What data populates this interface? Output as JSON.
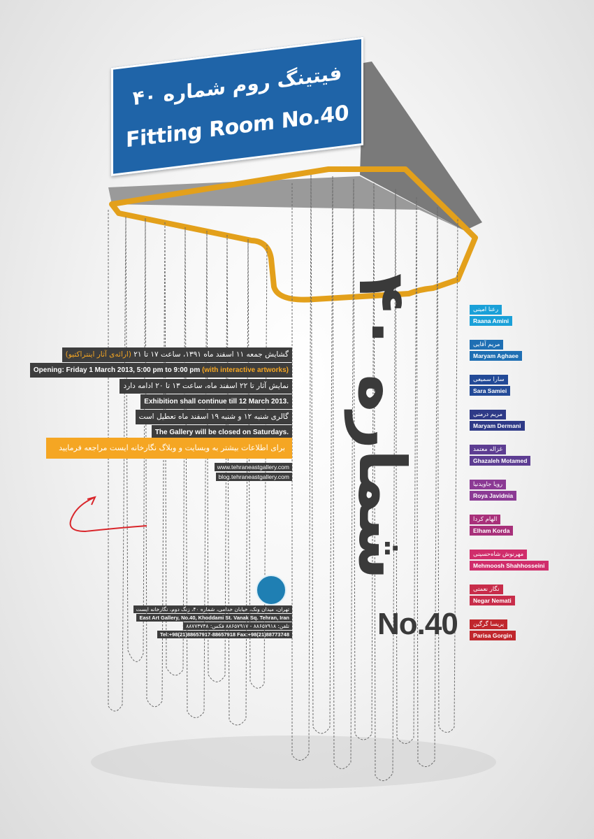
{
  "sign": {
    "title_fa": "فیتینگ روم شماره ۴۰",
    "title_en": "Fitting Room No.40"
  },
  "vertical_fa": "شماره ۴۰",
  "number_en": "No.40",
  "info": {
    "opening_fa": "گشایش جمعه ۱۱ اسفند ماه ۱۳۹۱، ساعت ۱۷ تا ۲۱",
    "opening_fa_hl": "(ارائه‌ی آثار اینتراکتیو)",
    "opening_en": "Opening: Friday 1 March 2013, 5:00 pm to 9:00 pm",
    "opening_en_hl": "(with interactive artworks)",
    "exhibition_fa": "نمایش آثار تا ۲۲ اسفند ماه، ساعت ۱۳ تا ۲۰ ادامه دارد",
    "exhibition_en": "Exhibition shall continue till 12 March 2013.",
    "closed_fa": "گالری شنبه ۱۲ و شنبه ۱۹ اسفند ماه تعطیل است",
    "closed_en": "The Gallery will be closed on Saturdays.",
    "more_info_fa": "برای اطلاعات بیشتر به وبسایت و وبلاگ نگارخانه ایست مراجعه فرمایید",
    "url_1": "www.tehraneastgallery.com",
    "url_2": "blog.tehraneastgallery.com"
  },
  "contact": {
    "address_fa": "تهران، میدان ونک، خیابان خدامی، شماره ۴۰، زنگ دوم، نگارخانه ایست",
    "address_en": "East Art Gallery, No.40, Khoddami St. Vanak Sq. Tehran, Iran",
    "phone_fa": "تلفن: ۸۸۶۵۷۹۱۸ - ۸۸۶۵۷۹۱۷ فکس: ۸۸۷۷۳۷۴۸",
    "phone_en": "Tel:+98(21)88657917-88657918 Fax:+98(21)88773748"
  },
  "artists": [
    {
      "fa": "رعنا امینی",
      "en": "Raana Amini",
      "color": "#1aa0d8"
    },
    {
      "fa": "مریم آقایی",
      "en": "Maryam Aghaee",
      "color": "#1f6fb3"
    },
    {
      "fa": "سارا سمیعی",
      "en": "Sara Samiei",
      "color": "#234a97"
    },
    {
      "fa": "مریم درمنی",
      "en": "Maryam Dermani",
      "color": "#2e3a87"
    },
    {
      "fa": "غزاله معتمد",
      "en": "Ghazaleh Motamed",
      "color": "#5d3d92"
    },
    {
      "fa": "رویا جاویدنیا",
      "en": "Roya Javidnia",
      "color": "#8b3a94"
    },
    {
      "fa": "الهام کردا",
      "en": "Elham Korda",
      "color": "#a8307a"
    },
    {
      "fa": "مهرنوش شاه‌حسینی",
      "en": "Mehmoosh Shahhosseini",
      "color": "#d02d6b"
    },
    {
      "fa": "نگار نعمتی",
      "en": "Negar Nemati",
      "color": "#c82d4a"
    },
    {
      "fa": "پریسا گرگین",
      "en": "Parisa Gorgin",
      "color": "#c0272d"
    }
  ],
  "colors": {
    "sign_blue": "#1f64a8",
    "frame_orange": "#e3a01b",
    "roof_gray": "#777777",
    "label_dark": "#3d3d3d",
    "arrow_red": "#d9262b"
  }
}
